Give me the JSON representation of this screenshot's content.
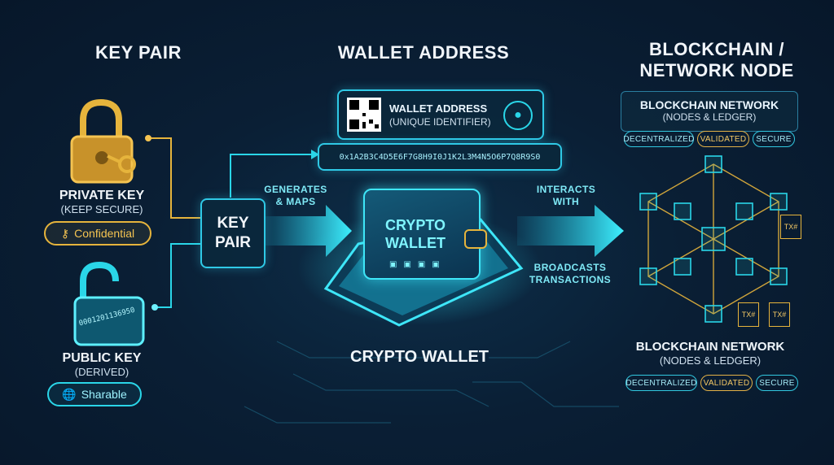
{
  "headings": {
    "key_pair": "KEY PAIR",
    "wallet_address": "WALLET ADDRESS",
    "blockchain": "BLOCKCHAIN / NETWORK NODE"
  },
  "private_key": {
    "title": "PRIVATE KEY",
    "subtitle": "(KEEP SECURE)",
    "badge": "Confidential",
    "badge_icon": "key-icon",
    "color": "#e6b43c"
  },
  "public_key": {
    "title": "PUBLIC KEY",
    "subtitle": "(DERIVED)",
    "badge": "Sharable",
    "badge_icon": "globe-icon",
    "lock_text": "0001201136950",
    "color": "#2ad6e8"
  },
  "key_pair_box": {
    "label": "KEY PAIR"
  },
  "flows": {
    "generates": "GENERATES\n& MAPS",
    "interacts": "INTERACTS\nWITH",
    "broadcasts": "BROADCASTS\nTRANSACTIONS"
  },
  "wallet_card": {
    "title": "WALLET ADDRESS",
    "subtitle": "(UNIQUE IDENTIFIER)",
    "address": "0x1A2B3C4D5E6F7G8H9I0J1K2L3M4N5O6P7Q8R9S0"
  },
  "wallet": {
    "label": "CRYPTO WALLET",
    "caption": "CRYPTO WALLET"
  },
  "network_top": {
    "title": "BLOCKCHAIN NETWORK",
    "subtitle": "(NODES & LEDGER)",
    "tags": [
      "DECENTRALIZED",
      "VALIDATED",
      "SECURE"
    ]
  },
  "network_bottom": {
    "title": "BLOCKCHAIN NETWORK",
    "subtitle": "(NODES & LEDGER)",
    "tags": [
      "DECENTRALIZED",
      "VALIDATED",
      "SECURE"
    ]
  },
  "tx_label": "TX#",
  "colors": {
    "accent_cyan": "#2ad6e8",
    "accent_gold": "#e6b43c",
    "background": "#0a1f35"
  }
}
